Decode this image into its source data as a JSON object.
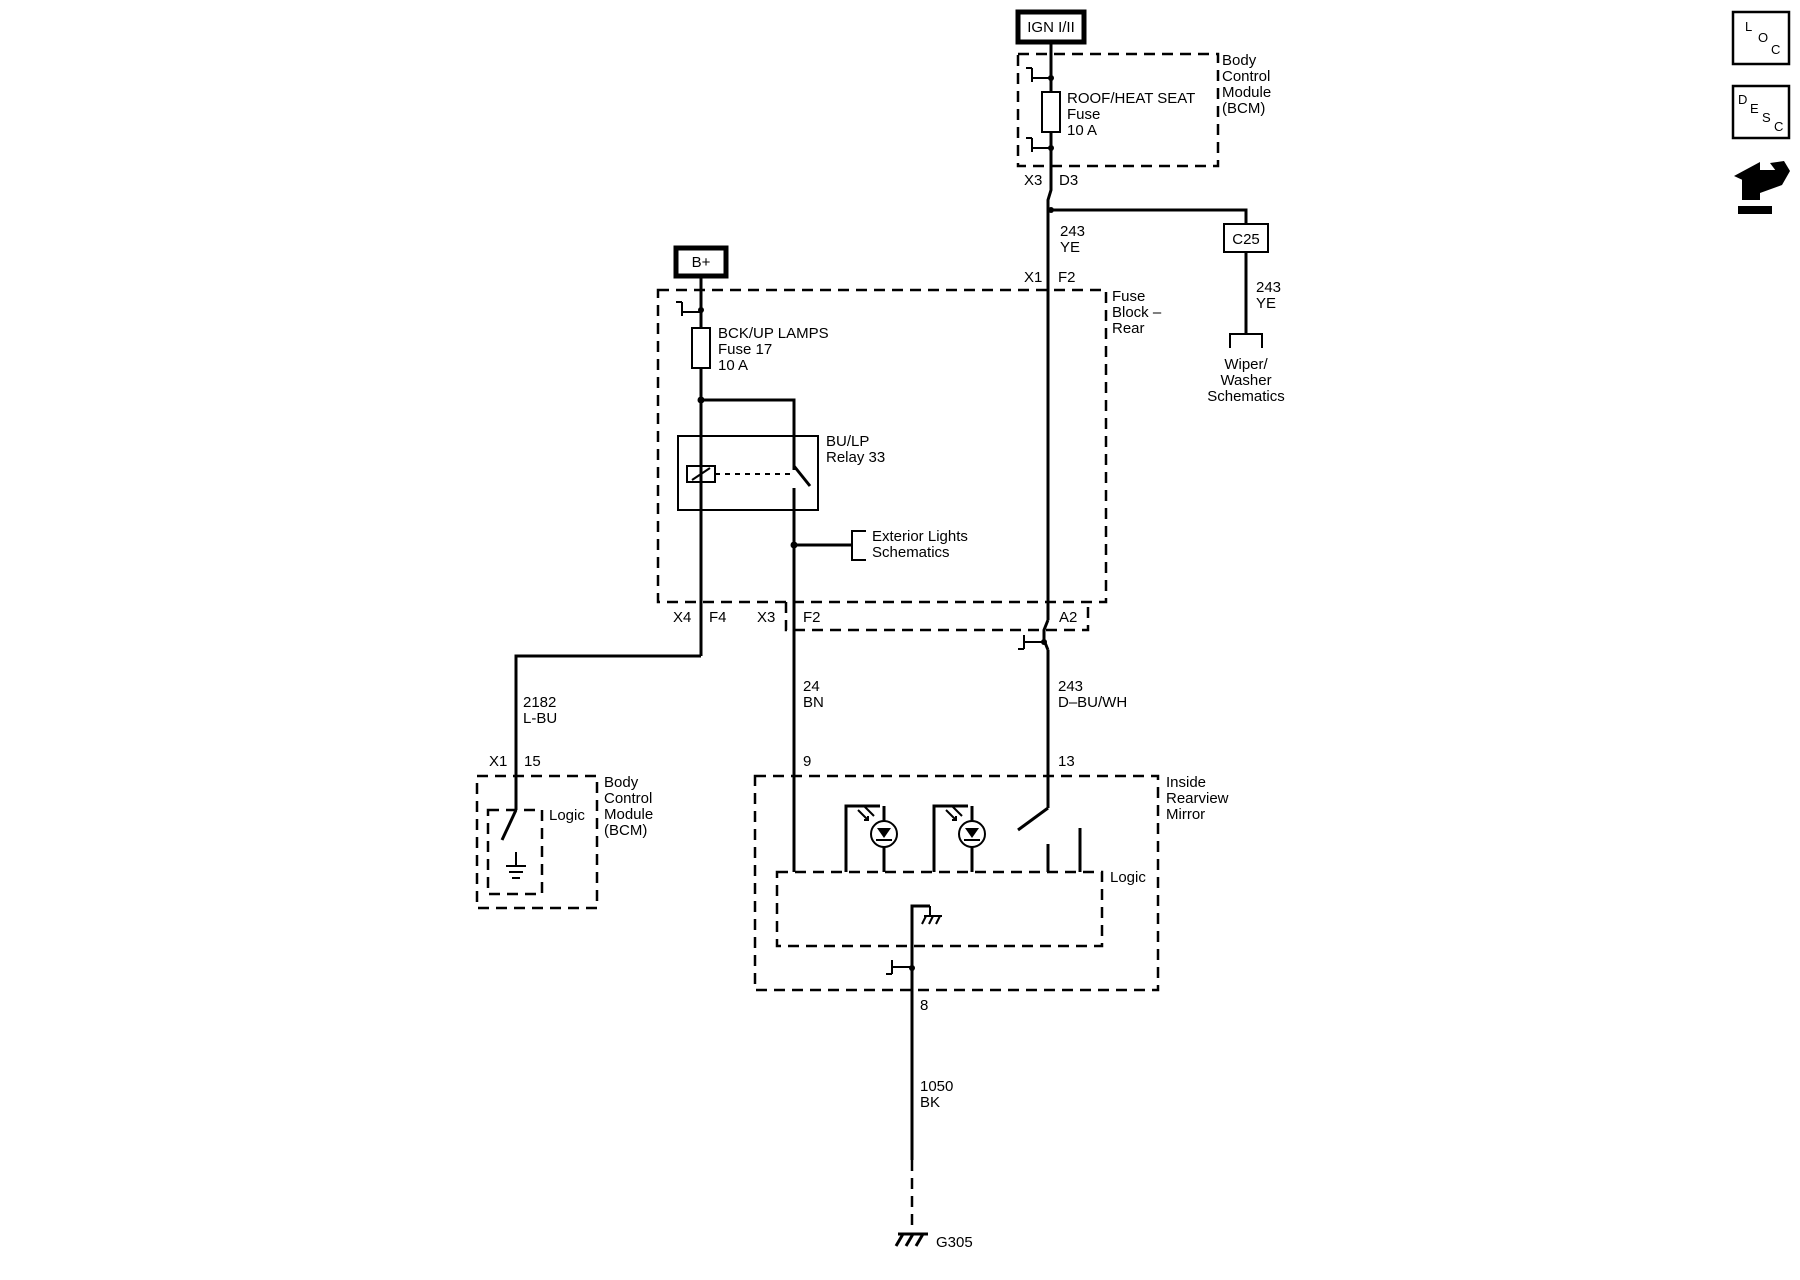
{
  "power_sources": {
    "ign": "IGN I/II",
    "bplus": "B+"
  },
  "bcm_top": {
    "name_lines": [
      "Body",
      "Control",
      "Module",
      "(BCM)"
    ],
    "fuse_lines": [
      "ROOF/HEAT SEAT",
      "Fuse",
      "10 A"
    ],
    "connector": "X3",
    "pin": "D3"
  },
  "wire_243_ye_upper": {
    "circuit": "243",
    "color": "YE"
  },
  "fuse_block": {
    "name_lines": [
      "Fuse",
      "Block –",
      "Rear"
    ],
    "top_connector": "X1",
    "top_pin": "F2",
    "fuse_lines": [
      "BCK/UP LAMPS",
      "Fuse 17",
      "10 A"
    ],
    "relay_lines": [
      "BU/LP",
      "Relay 33"
    ],
    "exterior_ref_lines": [
      "Exterior Lights",
      "Schematics"
    ],
    "bottom_pins": {
      "x4": "X4",
      "f4": "F4",
      "x3": "X3",
      "f2": "F2",
      "a2": "A2"
    }
  },
  "splice": {
    "label": "C25",
    "circuit": "243",
    "color": "YE",
    "ref_lines": [
      "Wiper/",
      "Washer",
      "Schematics"
    ]
  },
  "wire_2182": {
    "circuit": "2182",
    "color": "L-BU"
  },
  "wire_24": {
    "circuit": "24",
    "color": "BN"
  },
  "wire_243_dbu": {
    "circuit": "243",
    "color": "D–BU/WH"
  },
  "bcm_bottom": {
    "name_lines": [
      "Body",
      "Control",
      "Module",
      "(BCM)"
    ],
    "logic": "Logic",
    "connector": "X1",
    "pin": "15"
  },
  "mirror": {
    "name_lines": [
      "Inside",
      "Rearview",
      "Mirror"
    ],
    "logic": "Logic",
    "pin_9": "9",
    "pin_13": "13",
    "pin_8": "8"
  },
  "ground_wire": {
    "circuit": "1050",
    "color": "BK"
  },
  "ground": {
    "label": "G305"
  },
  "nav": {
    "loc": [
      "L",
      "O",
      "C"
    ],
    "desc": [
      "D",
      "E",
      "S",
      "C"
    ]
  }
}
